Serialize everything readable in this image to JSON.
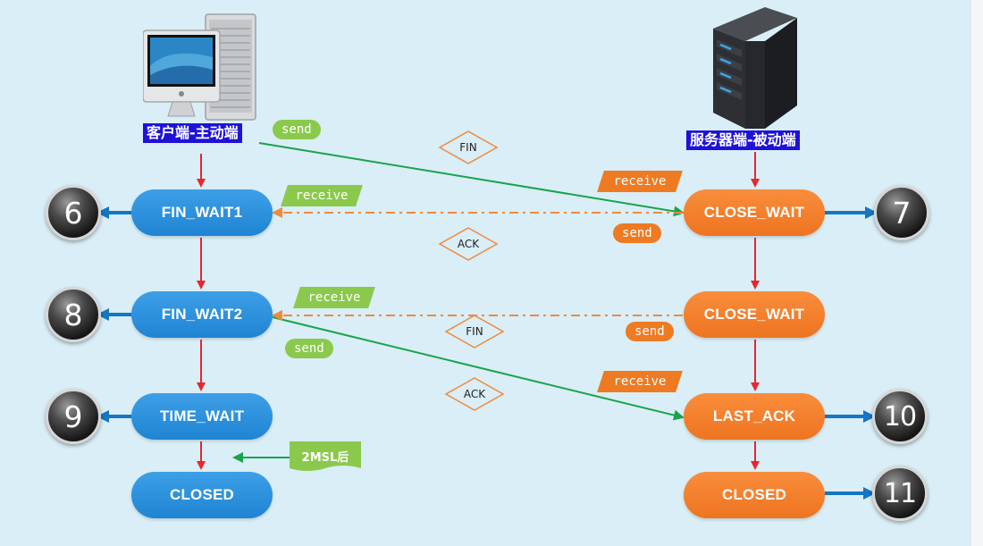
{
  "client": {
    "title": "客户端-主动端",
    "states": [
      "FIN_WAIT1",
      "FIN_WAIT2",
      "TIME_WAIT",
      "CLOSED"
    ],
    "markers": [
      "6",
      "8",
      "9"
    ]
  },
  "server": {
    "title": "服务器端-被动端",
    "states": [
      "CLOSE_WAIT",
      "CLOSE_WAIT",
      "LAST_ACK",
      "CLOSED"
    ],
    "markers": [
      "7",
      "10",
      "11"
    ]
  },
  "labels": {
    "send": "send",
    "receive": "receive",
    "fin": "FIN",
    "ack": "ACK",
    "time_note": "2MSL后"
  },
  "colors": {
    "background": "#d9eef6",
    "client_state": "#2b92dd",
    "server_state": "#f28130",
    "send_arrow": "#1aa34a",
    "reply_arrow": "#ee8a3e",
    "flow_arrow": "#e8262c",
    "marker_arrow": "#1576c2",
    "title_bg": "#1e12d8"
  },
  "icons": {
    "client_device": "desktop-computer-icon",
    "server_device": "server-tower-icon"
  }
}
